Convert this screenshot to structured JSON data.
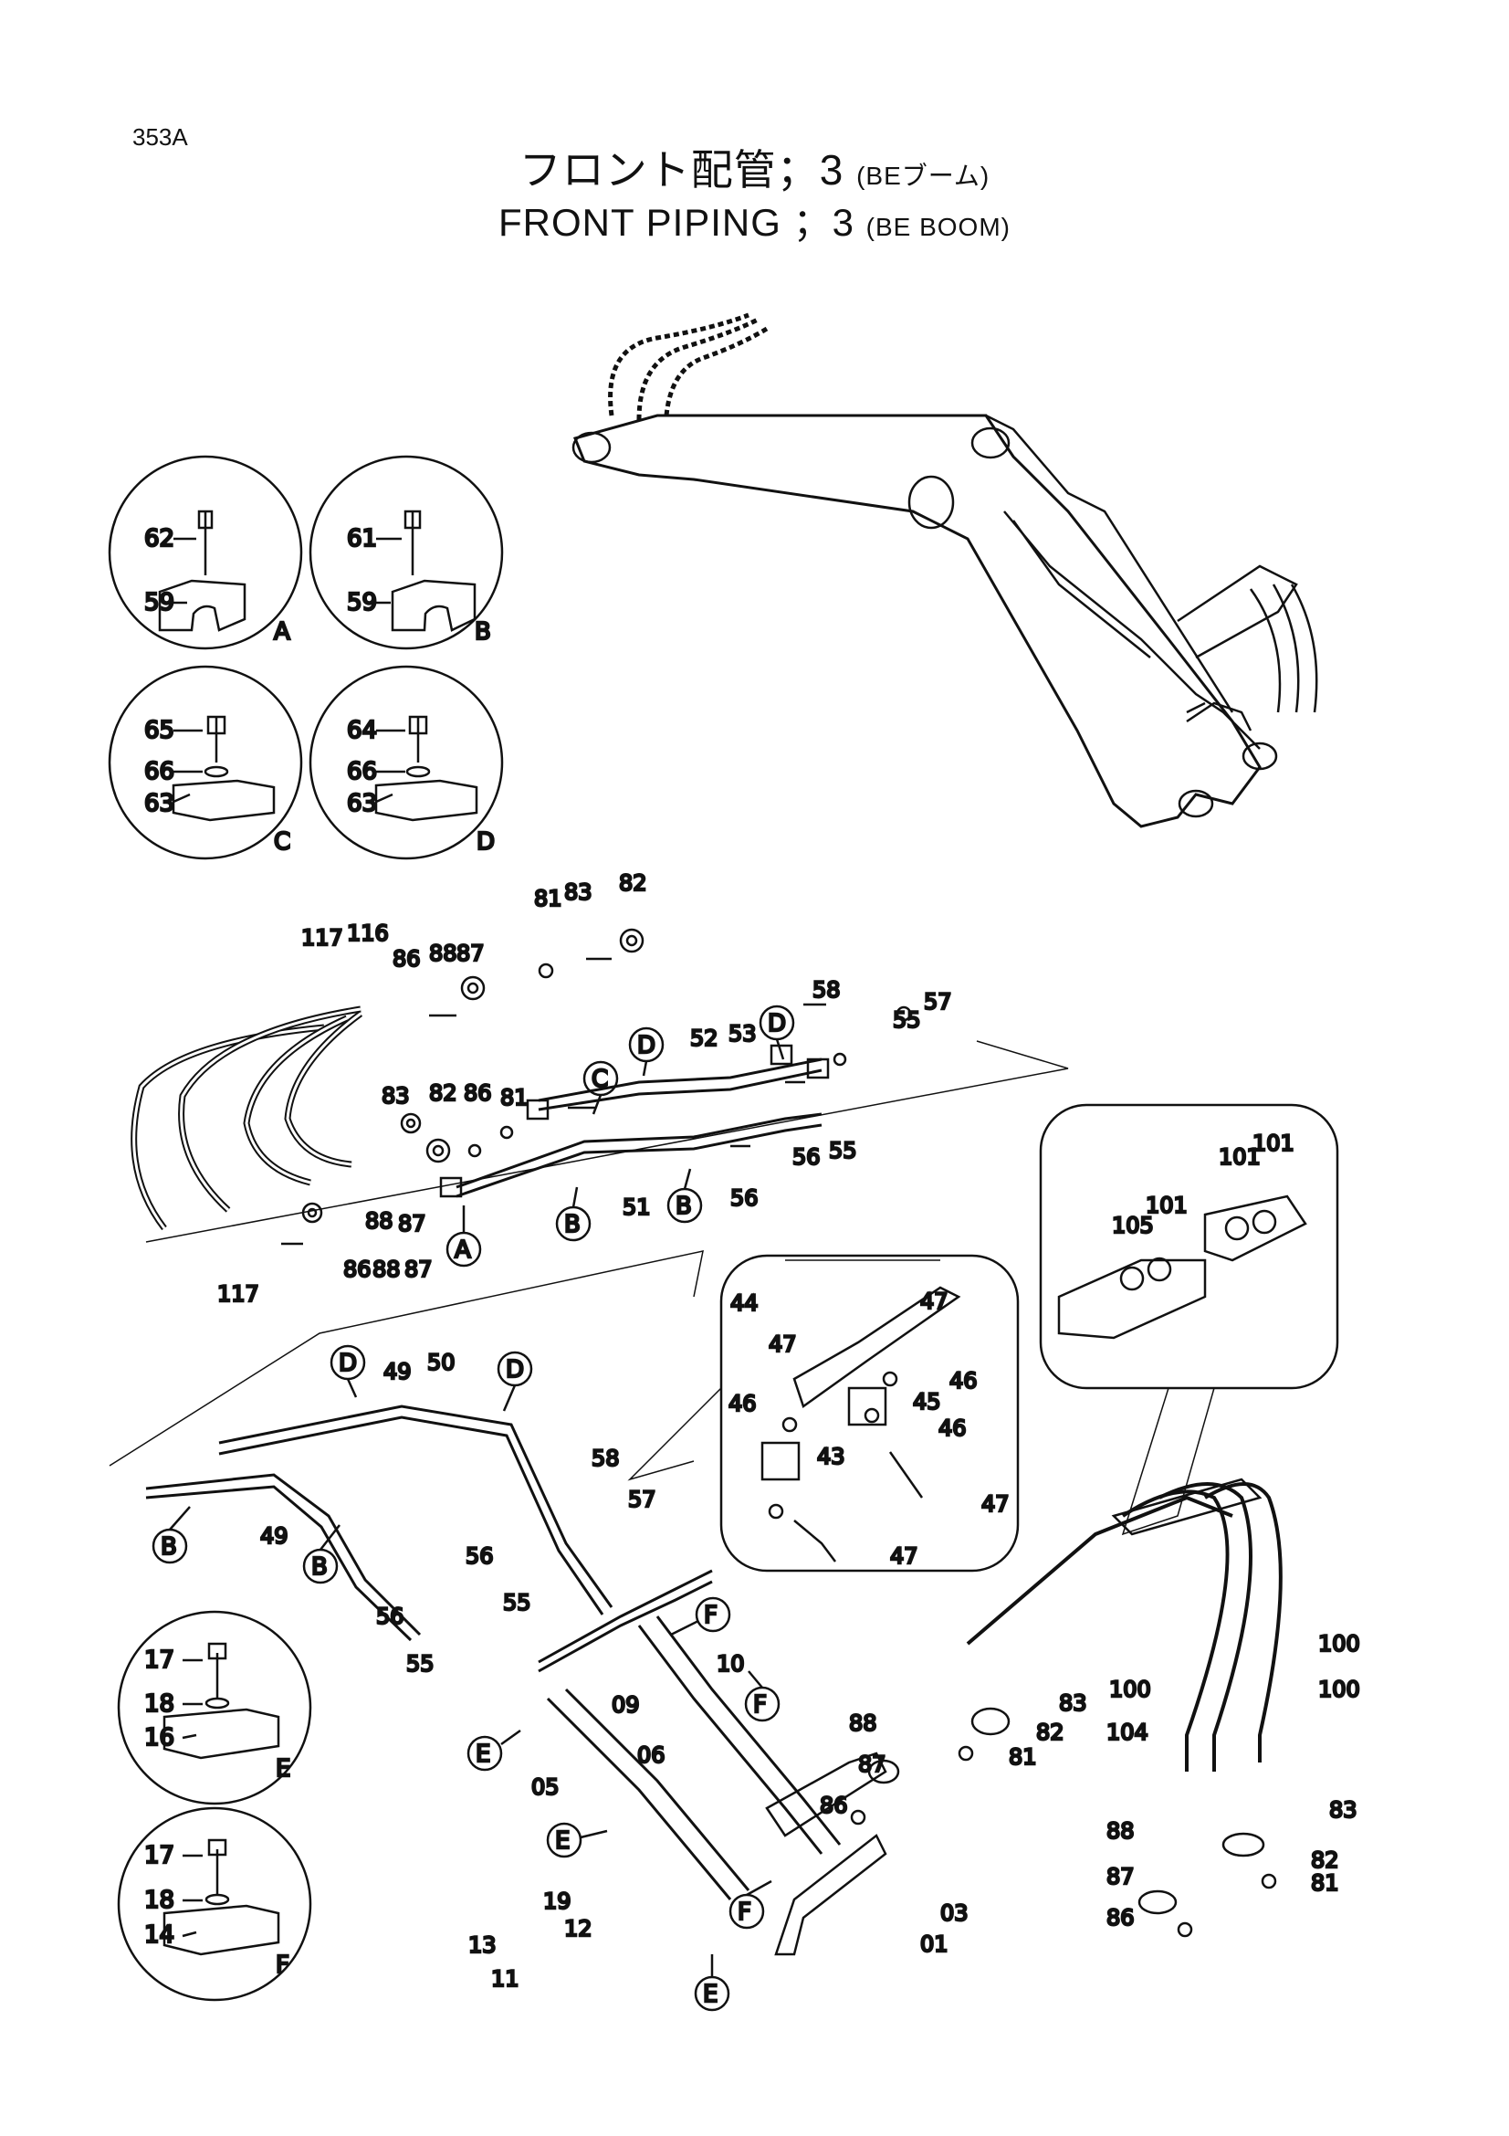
{
  "page_number": "353A",
  "title_jp": "フロント配管；3",
  "title_jp_sub": "(BEブーム)",
  "title_en": "FRONT PIPING ；3",
  "title_en_sub": "(BE BOOM)",
  "detail_circles": [
    {
      "letter": "A",
      "bolt": "62",
      "block": "59"
    },
    {
      "letter": "B",
      "bolt": "61",
      "block": "59"
    },
    {
      "letter": "C",
      "bolt": "65",
      "washer": "66",
      "block": "63"
    },
    {
      "letter": "D",
      "bolt": "64",
      "washer": "66",
      "block": "63"
    },
    {
      "letter": "E",
      "bolt": "17",
      "washer": "18",
      "block": "16"
    },
    {
      "letter": "F",
      "bolt": "17",
      "washer": "18",
      "block": "14"
    }
  ],
  "mid_section_labels": [
    "117",
    "116",
    "86",
    "88",
    "87",
    "81",
    "83",
    "82",
    "58",
    "55",
    "57",
    "52",
    "53",
    "83",
    "82",
    "86",
    "81",
    "51",
    "56",
    "55",
    "56",
    "88",
    "87",
    "86",
    "88",
    "87",
    "117"
  ],
  "mid_section_callouts": [
    "C",
    "D",
    "D",
    "A",
    "B",
    "B"
  ],
  "lower_section_labels": [
    "49",
    "50",
    "58",
    "57",
    "49",
    "56",
    "55",
    "56",
    "55",
    "10",
    "09",
    "06",
    "05",
    "19",
    "12",
    "13",
    "11",
    "03",
    "01",
    "88",
    "83",
    "82",
    "87",
    "81",
    "86",
    "100",
    "100",
    "100",
    "104",
    "83",
    "88",
    "82",
    "87",
    "81",
    "86"
  ],
  "lower_section_callouts": [
    "D",
    "D",
    "B",
    "B",
    "F",
    "F",
    "E",
    "E",
    "F",
    "E"
  ],
  "valve_inset_labels": [
    "44",
    "47",
    "47",
    "46",
    "45",
    "46",
    "43",
    "46",
    "47",
    "47"
  ],
  "connector_inset_labels": [
    "101",
    "101",
    "101",
    "105"
  ]
}
